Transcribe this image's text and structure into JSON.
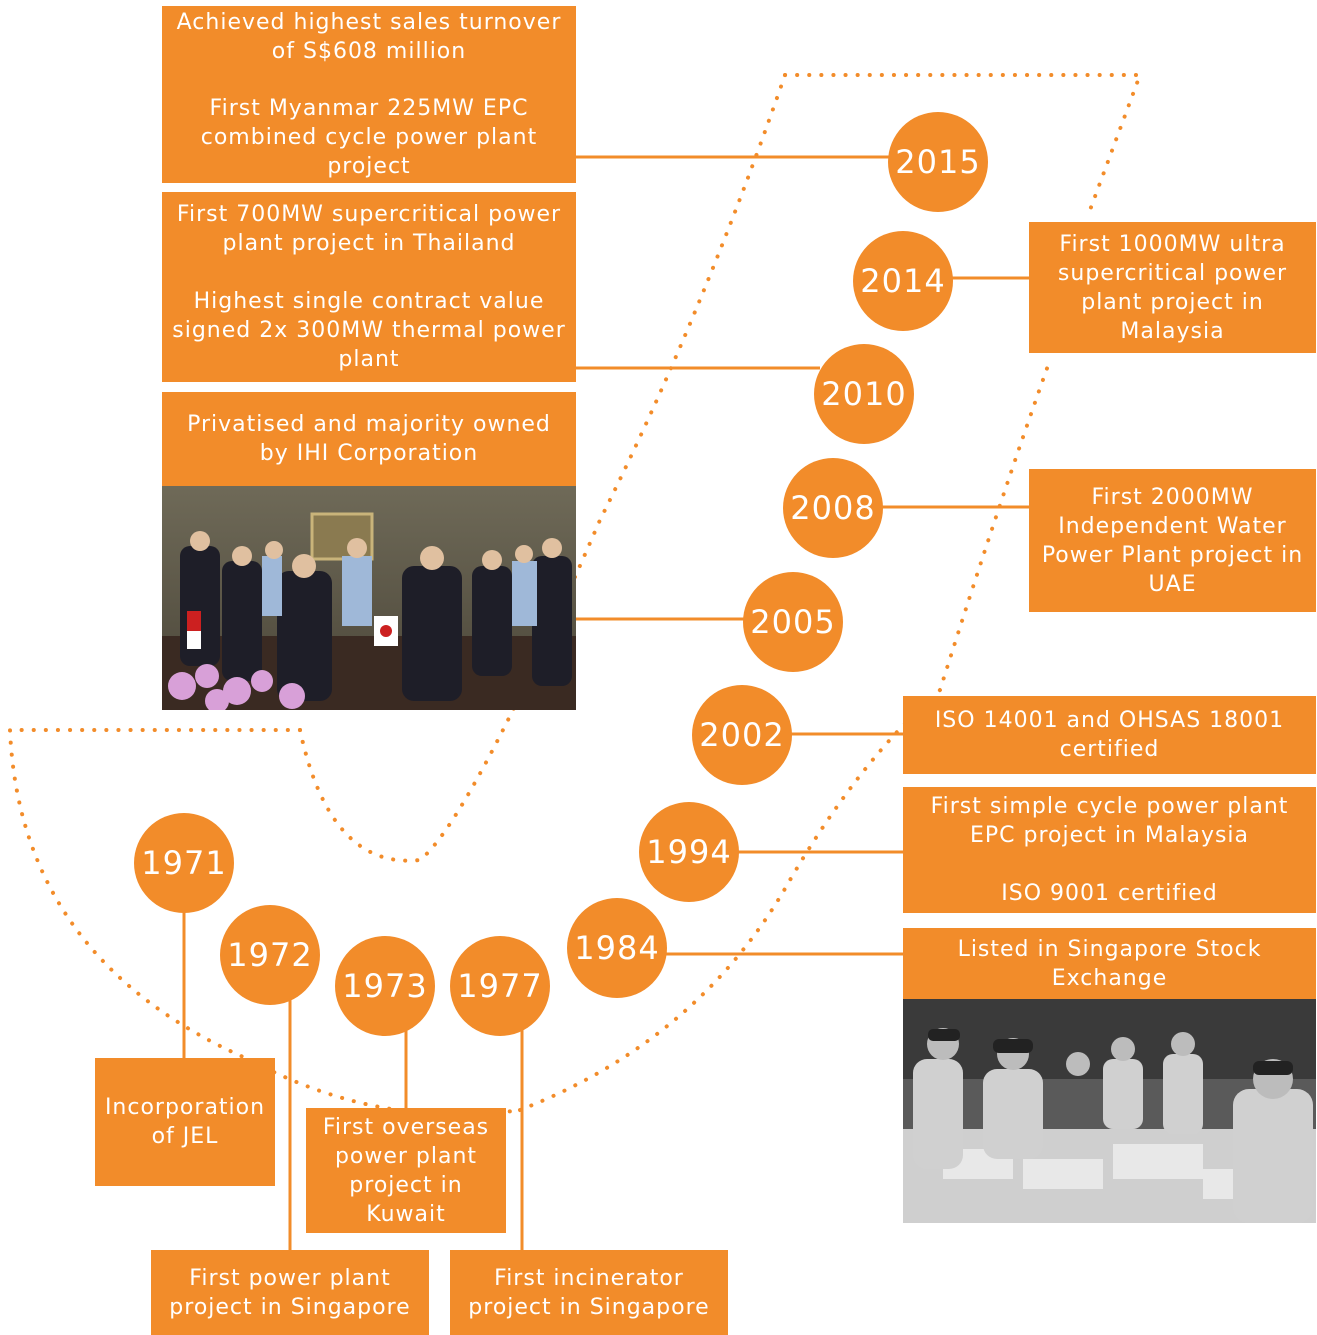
{
  "colors": {
    "accent": "#f28c2a",
    "text": "#ffffff"
  },
  "milestones": {
    "y2015": {
      "year": "2015",
      "line1": "Achieved highest sales turnover of S$608 million",
      "line2": "First Myanmar 225MW EPC combined cycle power plant project"
    },
    "y2014": {
      "year": "2014",
      "text": "First 1000MW ultra supercritical power plant project in Malaysia"
    },
    "y2010": {
      "year": "2010",
      "line1": "First 700MW supercritical power plant project in Thailand",
      "line2": "Highest single contract value signed 2x 300MW thermal power plant"
    },
    "y2008": {
      "year": "2008",
      "text": "First 2000MW Independent Water Power Plant project in UAE"
    },
    "y2005": {
      "year": "2005",
      "text": "Privatised and majority owned by IHI Corporation"
    },
    "y2002": {
      "year": "2002",
      "text": "ISO 14001 and OHSAS 18001 certified"
    },
    "y1994": {
      "year": "1994",
      "line1": "First simple cycle power plant EPC project in Malaysia",
      "line2": "ISO 9001 certified"
    },
    "y1984": {
      "year": "1984",
      "text": "Listed in Singapore Stock Exchange"
    },
    "y1971": {
      "year": "1971",
      "text": "Incorporation of JEL"
    },
    "y1972": {
      "year": "1972",
      "text": "First power plant project in Singapore"
    },
    "y1973": {
      "year": "1973",
      "text": "First overseas power plant project in Kuwait"
    },
    "y1977": {
      "year": "1977",
      "text": "First incinerator project in Singapore"
    }
  }
}
